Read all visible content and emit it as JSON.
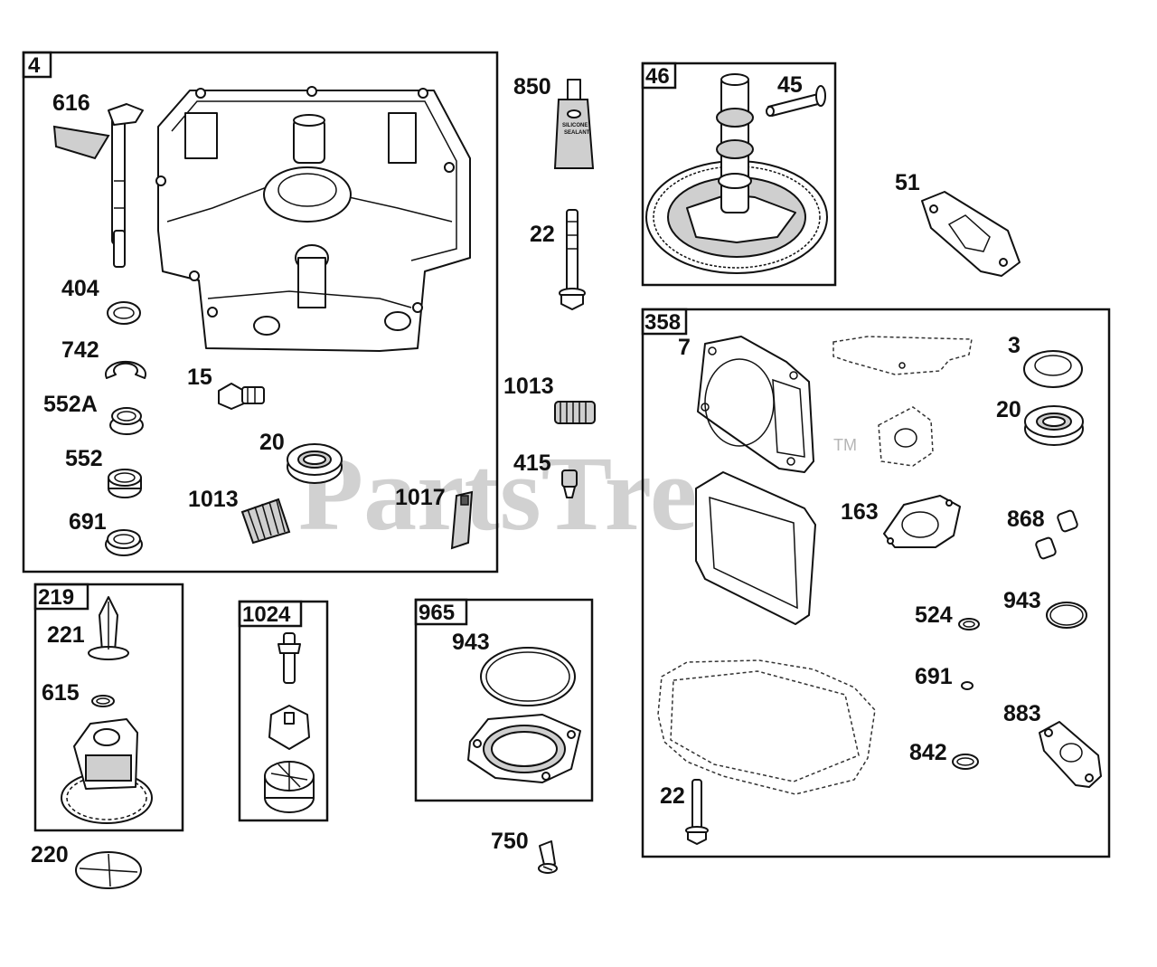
{
  "watermark": {
    "text": "PartsTree",
    "tm": "TM"
  },
  "boxes": {
    "b4": "4",
    "b46": "46",
    "b358": "358",
    "b219": "219",
    "b1024": "1024",
    "b965": "965"
  },
  "sealant_tube_text": {
    "line1": "SILICONE",
    "line2": "SEALANT"
  },
  "labels": {
    "l616": "616",
    "l404": "404",
    "l742": "742",
    "l552a": "552A",
    "l552": "552",
    "l691a": "691",
    "l15": "15",
    "l20a": "20",
    "l1013a": "1013",
    "l1017": "1017",
    "l850": "850",
    "l22a": "22",
    "l1013b": "1013",
    "l415": "415",
    "l45": "45",
    "l51": "51",
    "l7": "7",
    "l3": "3",
    "l20b": "20",
    "l163": "163",
    "l868": "868",
    "l524": "524",
    "l943a": "943",
    "l691b": "691",
    "l883": "883",
    "l842": "842",
    "l22b": "22",
    "l221": "221",
    "l615": "615",
    "l220": "220",
    "l943b": "943",
    "l750": "750"
  }
}
